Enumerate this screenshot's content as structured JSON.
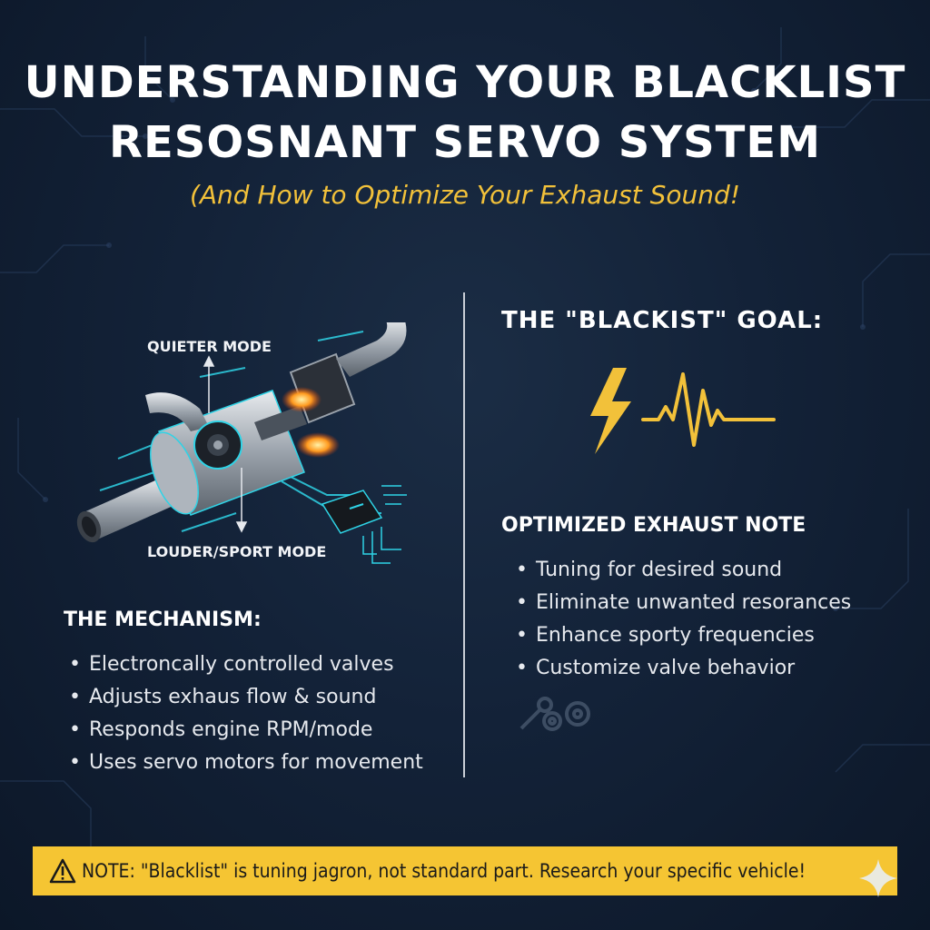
{
  "header": {
    "title_line1": "UNDERSTANDING YOUR BLACKLIST",
    "title_line2": "RESOSNANT SERVO SYSTEM",
    "subtitle": "(And How to Optimize Your Exhaust Sound!"
  },
  "illustration": {
    "quiet_label": "QUIETER MODE",
    "loud_label": "LOUDER/SPORT MODE"
  },
  "mechanism": {
    "title": "THE MECHANISM:",
    "items": [
      "Electroncally controlled valves",
      "Adjusts exhaus flow & sound",
      "Responds engine RPM/mode",
      "Uses servo motors for movement"
    ]
  },
  "goal": {
    "title": "THE \"BLACKIST\" GOAL:",
    "note_title": "OPTIMIZED EXHAUST NOTE",
    "items": [
      "Tuning for desired sound",
      "Eliminate unwanted resorances",
      "Enhance sporty frequencies",
      "Customize valve behavior"
    ]
  },
  "footer": {
    "note": "NOTE: \"Blacklist\" is tuning jagron, not standard part. Research your specific vehicle!"
  },
  "icons": {
    "warning": "warning-icon",
    "bolt": "lightning-bolt-icon",
    "wave": "sound-wave-icon",
    "gears": "wrench-gears-icon",
    "sparkle": "sparkle-icon"
  },
  "colors": {
    "accent": "#f2c13a",
    "background": "#132238",
    "note_bar": "#f5c533",
    "glow": "#2fd3e6"
  }
}
